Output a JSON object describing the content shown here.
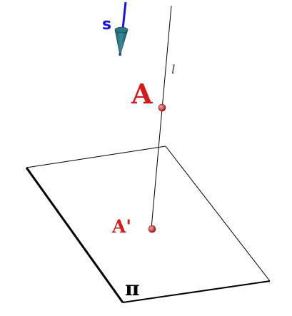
{
  "labels": {
    "direction": "s",
    "line": "l",
    "point": "A",
    "projection": "A'",
    "plane": "π"
  },
  "colors": {
    "direction": "#1414dc",
    "direction_cone": "#3b8a9a",
    "point_label": "#d21a1a",
    "point_fill": "#d9535a",
    "line": "#000000",
    "line_label": "#444444",
    "plane_edge": "#000000"
  }
}
